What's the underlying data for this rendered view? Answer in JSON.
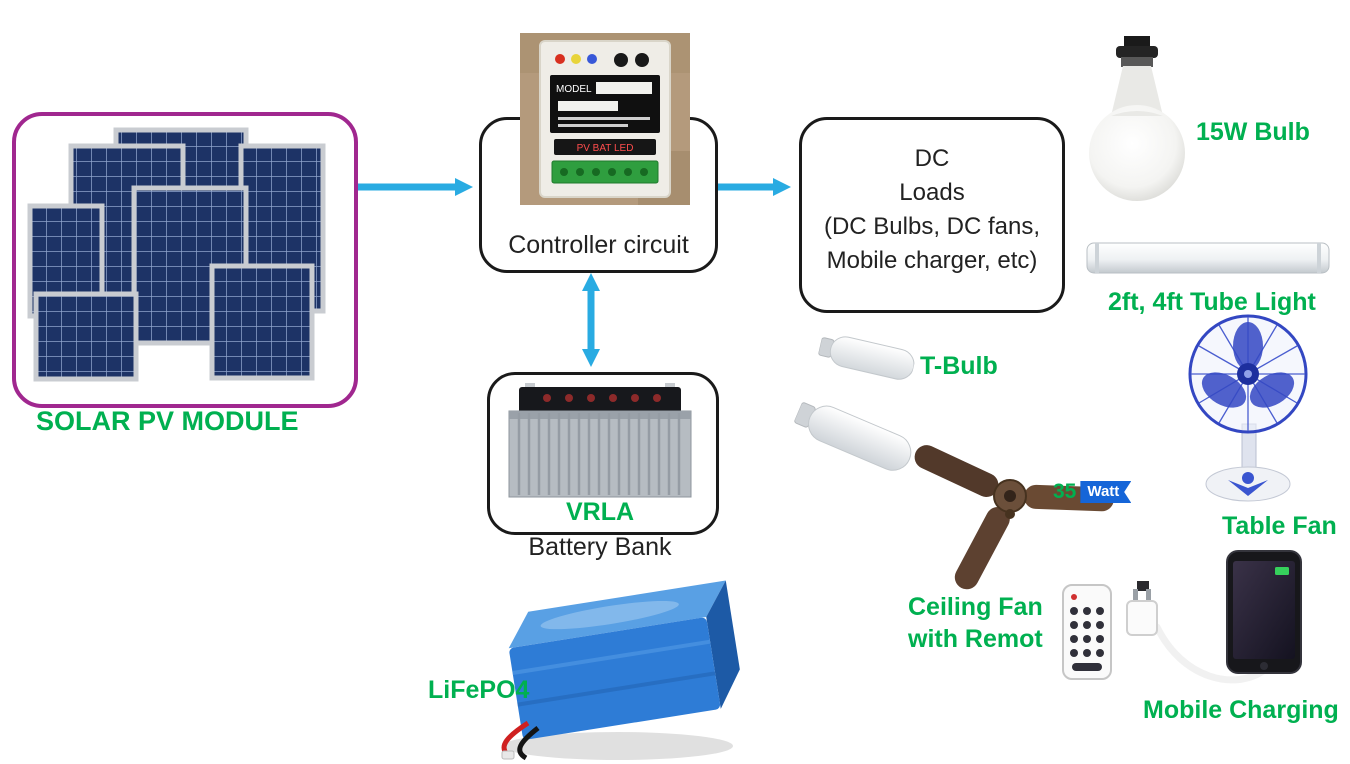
{
  "colors": {
    "label_green": "#00B050",
    "arrow_blue": "#29ABE2",
    "module_border_purple": "#A0278F",
    "box_border": "#1A1A1A"
  },
  "solar_module": {
    "label": "SOLAR PV MODULE"
  },
  "controller": {
    "label": "Controller circuit",
    "photo_model_text": "MODEL",
    "photo_indicator_text": "PV BAT LED"
  },
  "battery_bank": {
    "type_label": "VRLA",
    "label": "Battery Bank",
    "alt_type_label": "LiFePO4"
  },
  "dc_loads_box": {
    "lines": [
      "DC",
      "Loads",
      "(DC Bulbs, DC fans,",
      "Mobile charger, etc)"
    ]
  },
  "loads": {
    "bulb": {
      "label": "15W Bulb"
    },
    "tube_light": {
      "label": "2ft, 4ft Tube Light"
    },
    "t_bulb": {
      "label": "T-Bulb"
    },
    "table_fan": {
      "label": "Table Fan"
    },
    "ceiling_fan": {
      "label_line1": "Ceiling Fan",
      "label_line2": "with Remot",
      "watt_value": "35",
      "watt_unit": "Watt"
    },
    "mobile": {
      "label": "Mobile Charging"
    }
  }
}
